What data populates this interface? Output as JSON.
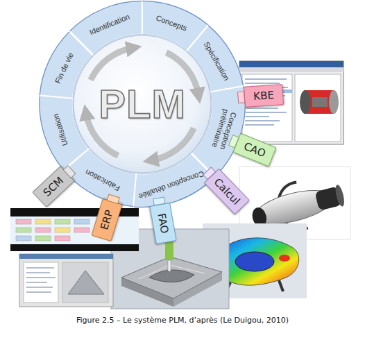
{
  "diagram": {
    "caption": "Figure 2.5 – Le système PLM, d’après (Le Duigou, 2010)",
    "nodes": [
      {
        "text": [
          "Identification"
        ]
      },
      {
        "text": [
          "Concepts"
        ]
      },
      {
        "text": [
          "Spécification"
        ]
      },
      {
        "text": [
          "Conception préliminaire"
        ]
      },
      {
        "text": [
          "Conception détaillée"
        ]
      },
      {
        "text": [
          "Fabrication"
        ]
      },
      {
        "text": [
          "Utilisation"
        ]
      },
      {
        "text": [
          "Fin de vie"
        ]
      },
      {
        "text": [
          "PLM"
        ]
      },
      {
        "text": [
          "KBE"
        ]
      },
      {
        "text": [
          "CAO"
        ]
      },
      {
        "text": [
          "Calcul"
        ]
      },
      {
        "text": [
          "FAO"
        ]
      },
      {
        "text": [
          "ERP"
        ]
      },
      {
        "text": [
          "SCM"
        ]
      }
    ]
  }
}
